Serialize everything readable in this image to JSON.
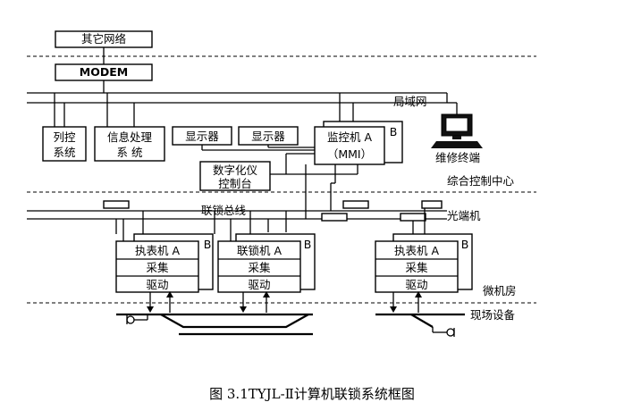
{
  "labels": {
    "other_network": "其它网络",
    "modem": "MODEM",
    "lan": "局域网",
    "route_control": [
      "列控",
      "系统"
    ],
    "info_processing": [
      "信息处理",
      "系 统"
    ],
    "display1": "显示器",
    "display2": "显示器",
    "monitor_a": "监控机 A",
    "monitor_mmi": "（MMI）",
    "monitor_b": "B",
    "maintenance_terminal": "维修终端",
    "digital_console": [
      "数字化仪",
      "控制台"
    ],
    "control_center": "综合控制中心",
    "interlock_bus": "联锁总线",
    "optical_terminal": "光端机",
    "meter_a_1": "执表机 A",
    "meter_b_1": "B",
    "collect_1": "采集",
    "drive_1": "驱动",
    "interlock_a": "联锁机 A",
    "interlock_b": "B",
    "collect_2": "采集",
    "drive_2": "驱动",
    "meter_a_2": "执表机 A",
    "meter_b_2": "B",
    "collect_3": "采集",
    "drive_3": "驱动",
    "micro_room": "微机房",
    "field_equipment": "现场设备"
  },
  "caption": "图 3.1TYJL-Ⅱ计算机联锁系统框图"
}
